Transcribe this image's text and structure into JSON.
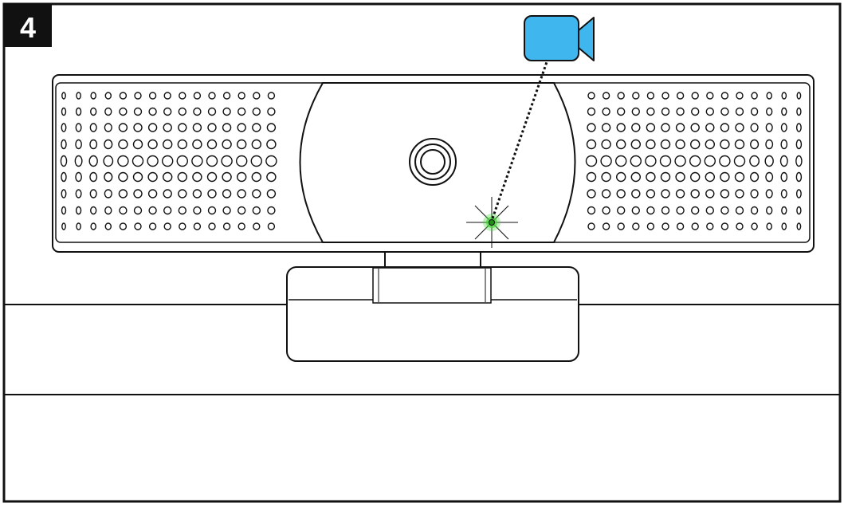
{
  "step": {
    "number": "4"
  },
  "icons": {
    "video_camera": "video-camera-icon",
    "status_led": "green-led-light",
    "lens": "camera-lens"
  },
  "colors": {
    "outline": "#111111",
    "step_badge_bg": "#111111",
    "camera_icon_fill": "#3fb6ee",
    "led_green": "#46d33a",
    "background": "#ffffff"
  },
  "speaker_grille": {
    "rows": 9,
    "dots_per_row": 15,
    "sides": [
      "left",
      "right"
    ]
  }
}
